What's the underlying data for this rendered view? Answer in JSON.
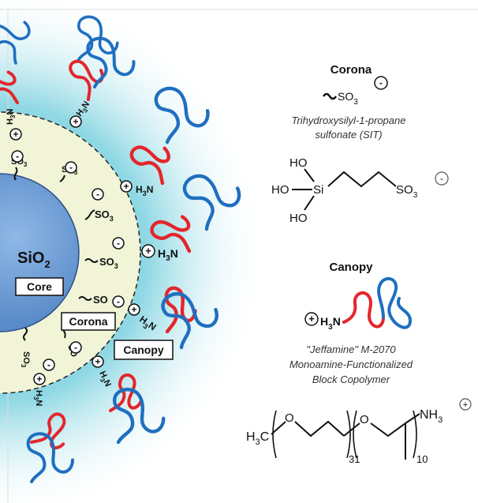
{
  "particle": {
    "core_formula": "SiO",
    "core_formula_sub": "2",
    "core_label": "Core",
    "corona_label": "Corona",
    "canopy_label": "Canopy",
    "sulfonate_group": "SO",
    "sulfonate_sub": "3",
    "amine_group": "H",
    "amine_sub": "3",
    "amine_n": "N",
    "minus_sign": "-",
    "plus_sign": "+"
  },
  "legend": {
    "corona_title": "Corona",
    "corona_group": "SO",
    "corona_group_sub": "3",
    "corona_caption_line1": "Trihydroxysilyl-1-propane",
    "corona_caption_line2": "sulfonate (SIT)",
    "canopy_title": "Canopy",
    "canopy_group": "H",
    "canopy_group_sub": "3",
    "canopy_group_n": "N",
    "canopy_caption_line1": "\"Jeffamine\" M-2070",
    "canopy_caption_line2": "Monoamine-Functionalized",
    "canopy_caption_line3": "Block Copolymer"
  },
  "sit_structure": {
    "ho_top": "HO",
    "ho_left": "HO",
    "ho_bottom": "HO",
    "si": "Si",
    "so3": "SO",
    "so3_sub": "3"
  },
  "jeffamine_structure": {
    "h3c": "H",
    "h3c_sub": "3",
    "h3c_c": "C",
    "o1": "O",
    "o2": "O",
    "rep1": "31",
    "rep2": "10",
    "nh3": "NH",
    "nh3_sub": "3"
  },
  "colors": {
    "core": "#6f9fd6",
    "corona": "#f1f4d6",
    "canopy_glow": "#58c8d8",
    "red_chain": "#e3262c",
    "blue_chain": "#1f6fc0"
  }
}
